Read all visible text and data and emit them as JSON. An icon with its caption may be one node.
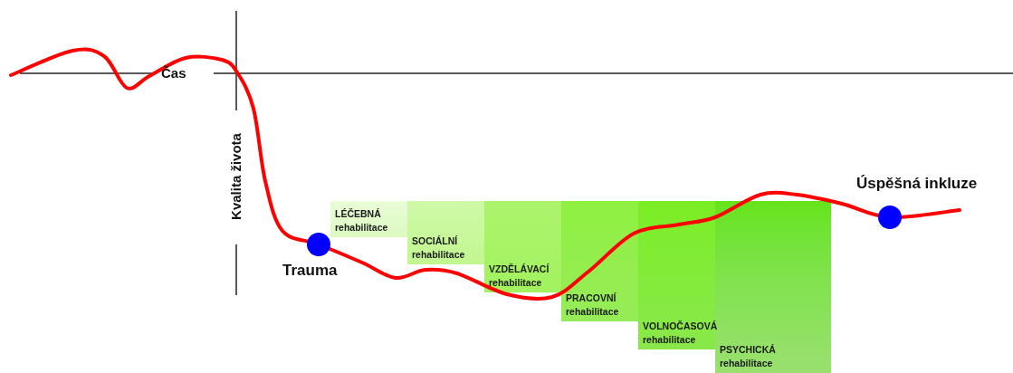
{
  "diagram": {
    "nodes": [
      {
        "text": [
          "LÉČEBNÁ",
          "rehabilitace"
        ]
      },
      {
        "text": [
          "SOCIÁLNÍ",
          "rehabilitace"
        ]
      },
      {
        "text": [
          "VZDĚLÁVACÍ",
          "rehabilitace"
        ]
      },
      {
        "text": [
          "PRACOVNÍ",
          "rehabilitace"
        ]
      },
      {
        "text": [
          "VOLNOČASOVÁ",
          "rehabilitace"
        ]
      },
      {
        "text": [
          "PSYCHICKÁ",
          "rehabilitace"
        ]
      },
      {
        "text": [],
        "shape": "circle",
        "beside": [
          "Trauma"
        ]
      },
      {
        "text": [],
        "shape": "circle",
        "beside": [
          "Úspěšná inkluze"
        ]
      }
    ],
    "labels": [
      "Čas",
      "Kvalita života"
    ]
  }
}
